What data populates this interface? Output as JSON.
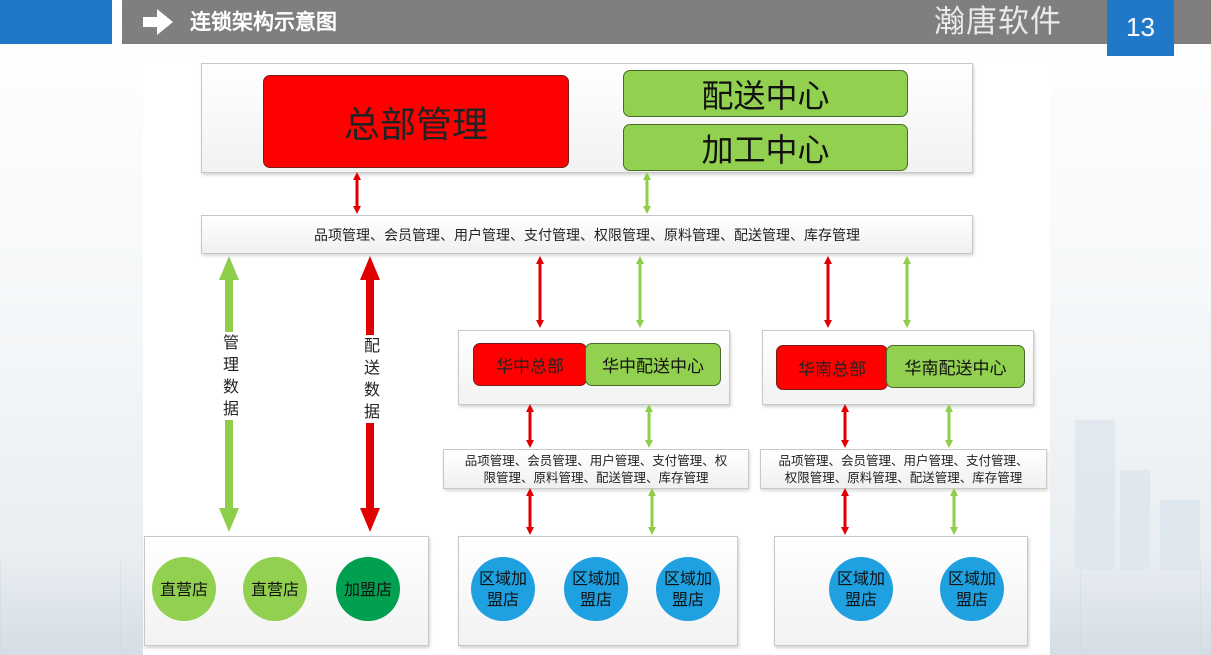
{
  "header": {
    "title": "连锁架构示意图",
    "brand": "瀚唐软件",
    "page_number": "13"
  },
  "diagram": {
    "hq": {
      "label": "总部管理"
    },
    "distribution_center": {
      "label": "配送中心"
    },
    "processing_center": {
      "label": "加工中心"
    },
    "main_functions": "品项管理、会员管理、用户管理、支付管理、权限管理、原料管理、配送管理、库存管理",
    "left_labels": {
      "manage": "管理数据",
      "delivery": "配送数据"
    },
    "central_region": {
      "hq": "华中总部",
      "center": "华中配送中心",
      "functions_line1": "品项管理、会员管理、用户管理、支付管理、权",
      "functions_line2": "限管理、原料管理、配送管理、库存管理"
    },
    "south_region": {
      "hq": "华南总部",
      "center": "华南配送中心",
      "functions_line1": "品项管理、会员管理、用户管理、支付管理、",
      "functions_line2": "权限管理、原料管理、配送管理、库存管理"
    },
    "stores": {
      "direct_1": "直营店",
      "direct_2": "直营店",
      "franchise": "加盟店",
      "central_1_line1": "区域加",
      "central_1_line2": "盟店",
      "central_2_line1": "区域加",
      "central_2_line2": "盟店",
      "central_3_line1": "区域加",
      "central_3_line2": "盟店",
      "south_1_line1": "区域加",
      "south_1_line2": "盟店",
      "south_2_line1": "区域加",
      "south_2_line2": "盟店"
    },
    "colors": {
      "red": "#ff0000",
      "green": "#92d050",
      "dark_green": "#00a050",
      "blue": "#1fa0e0",
      "arrow_red": "#e00000",
      "arrow_green": "#8fce4a"
    }
  }
}
